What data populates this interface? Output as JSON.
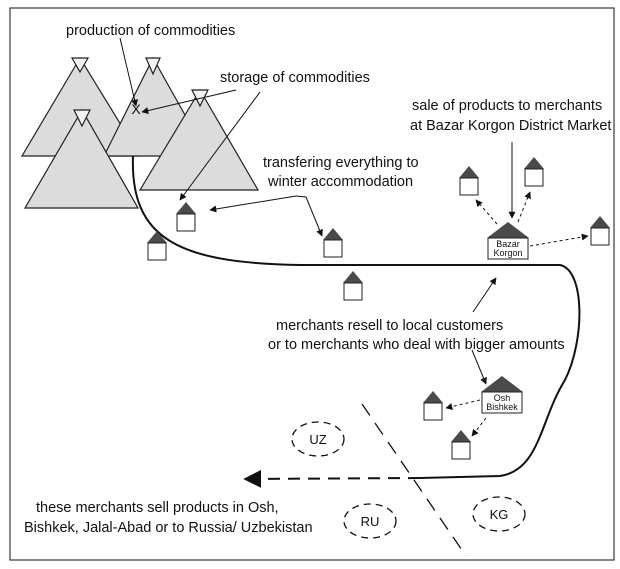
{
  "labels": {
    "production": "production of commodities",
    "storage": "storage of commodities",
    "transfer_line1": "transfering everything to",
    "transfer_line2": "winter accommodation",
    "sale_line1": "sale of products to merchants",
    "sale_line2": "at Bazar Korgon District Market",
    "resell_line1": "merchants resell to local customers",
    "resell_line2": "or to merchants who deal with bigger amounts",
    "final_line1": "these merchants sell products in Osh,",
    "final_line2": "Bishkek, Jalal-Abad or to Russia/ Uzbekistan"
  },
  "markets": {
    "bazar_line1": "Bazar",
    "bazar_line2": "Korgon",
    "osh_line1": "Osh",
    "osh_line2": "Bishkek"
  },
  "regions": {
    "uz": "UZ",
    "ru": "RU",
    "kg": "KG"
  },
  "production_marker": "X",
  "colors": {
    "mountain_fill": "#dcdcdc",
    "roof_fill": "#4a4a4a",
    "line": "#111111"
  }
}
